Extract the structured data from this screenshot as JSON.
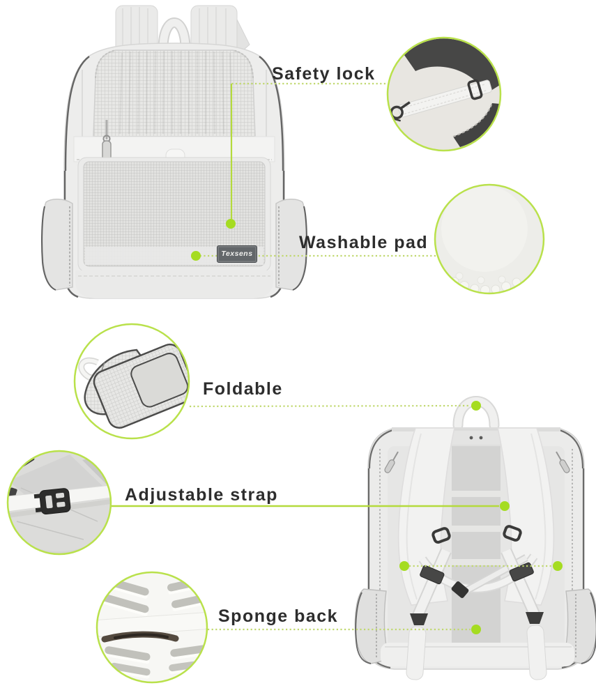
{
  "brand_label": "Texsens",
  "features": [
    {
      "id": "safety-lock",
      "label": "Safety lock"
    },
    {
      "id": "washable-pad",
      "label": "Washable pad"
    },
    {
      "id": "foldable",
      "label": "Foldable"
    },
    {
      "id": "adjustable-strap",
      "label": "Adjustable strap"
    },
    {
      "id": "sponge-back",
      "label": "Sponge back"
    }
  ],
  "colors": {
    "background": "#ffffff",
    "accent_circle_border": "#b9e14b",
    "accent_line_solid": "#b4da3c",
    "accent_line_dotted": "#c0d86e",
    "accent_dot": "#a5dc21",
    "label_text": "#2d2d2d",
    "bag_fabric": "#ededec",
    "bag_trim_dark": "#4e4e4e",
    "brand_chip_bg": "#63676a"
  }
}
